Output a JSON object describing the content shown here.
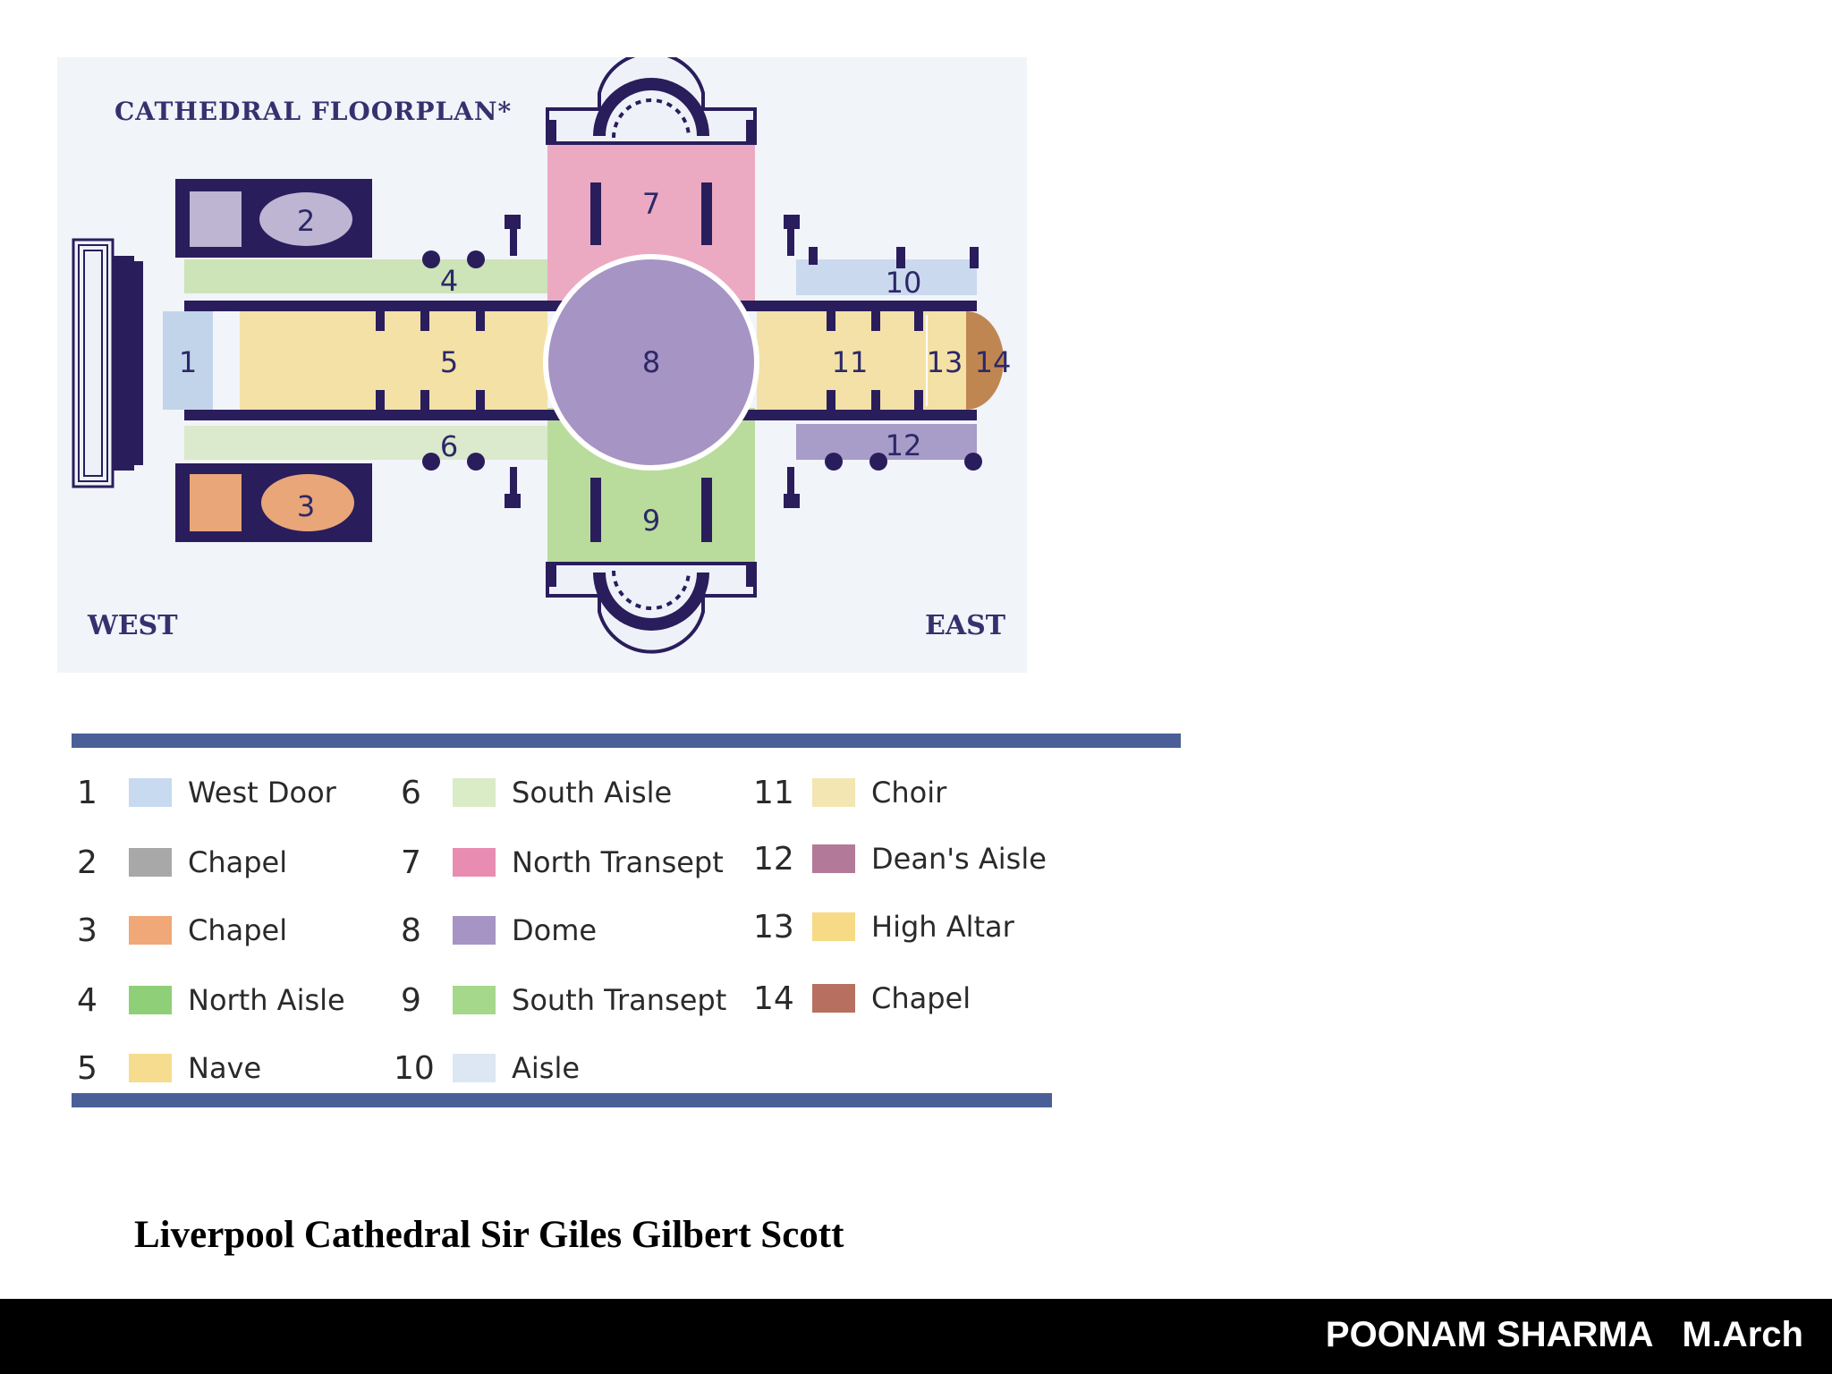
{
  "plan": {
    "title": "CATHEDRAL FLOORPLAN*",
    "west_label": "WEST",
    "east_label": "EAST",
    "zone_colors": {
      "west_door": "#c2d4ea",
      "chapel_2": "#bdb5d2",
      "chapel_3": "#e9a679",
      "north_aisle": "#cde3b8",
      "nave": "#f4e1a6",
      "south_aisle": "#dbe9cc",
      "north_transept": "#ecaac2",
      "dome": "#a694c4",
      "south_transept": "#b9dc9c",
      "aisle_10": "#cad9ee",
      "choir": "#f3e1a8",
      "deans_aisle": "#a89cc8",
      "high_altar": "#f4e1a6",
      "chapel_14": "#c08652",
      "wall": "#2a1d5c"
    },
    "zone_labels": {
      "z1": "1",
      "z2": "2",
      "z3": "3",
      "z4": "4",
      "z5": "5",
      "z6": "6",
      "z7": "7",
      "z8": "8",
      "z9": "9",
      "z10": "10",
      "z11": "11",
      "z12": "12",
      "z13": "13",
      "z14": "14"
    }
  },
  "legend": {
    "items": [
      {
        "num": "1",
        "label": "West Door",
        "color": "#c7daef"
      },
      {
        "num": "2",
        "label": "Chapel",
        "color": "#a8a8a8"
      },
      {
        "num": "3",
        "label": "Chapel",
        "color": "#f0a878"
      },
      {
        "num": "4",
        "label": "North Aisle",
        "color": "#8fcf78"
      },
      {
        "num": "5",
        "label": "Nave",
        "color": "#f6dc8e"
      },
      {
        "num": "6",
        "label": "South Aisle",
        "color": "#d9ecc6"
      },
      {
        "num": "7",
        "label": "North Transept",
        "color": "#e88cb2"
      },
      {
        "num": "8",
        "label": "Dome",
        "color": "#a694c4"
      },
      {
        "num": "9",
        "label": "South Transept",
        "color": "#a6d88c"
      },
      {
        "num": "10",
        "label": "Aisle",
        "color": "#dde6f3"
      },
      {
        "num": "11",
        "label": "Choir",
        "color": "#f3e6b2"
      },
      {
        "num": "12",
        "label": "Dean's Aisle",
        "color": "#b27a98"
      },
      {
        "num": "13",
        "label": "High Altar",
        "color": "#f6da86"
      },
      {
        "num": "14",
        "label": "Chapel",
        "color": "#b77060"
      }
    ]
  },
  "caption": "Liverpool Cathedral Sir Giles Gilbert Scott",
  "footer": {
    "author": "POONAM SHARMA   M.Arch"
  }
}
